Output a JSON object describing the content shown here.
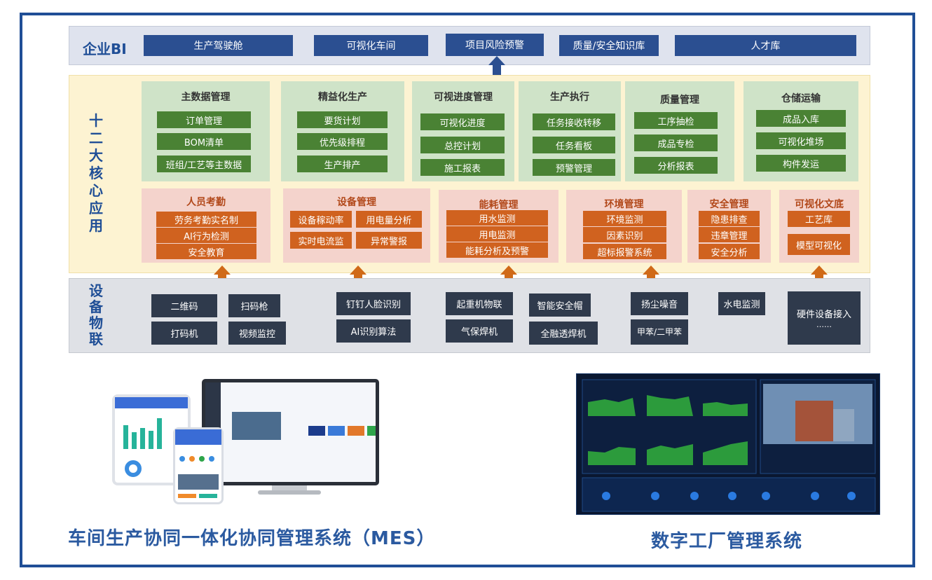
{
  "bi": {
    "title": "企业BI",
    "items": [
      "生产驾驶舱",
      "可视化车间",
      "项目风险预警",
      "质量/安全知识库",
      "人才库"
    ]
  },
  "core": {
    "side_title": [
      "十",
      "二",
      "大",
      "核",
      "心",
      "应",
      "用"
    ],
    "green_cards": [
      {
        "title": "主数据管理",
        "items": [
          "订单管理",
          "BOM清单",
          "班组/工艺等主数据"
        ]
      },
      {
        "title": "精益化生产",
        "items": [
          "要货计划",
          "优先级排程",
          "生产排产"
        ]
      },
      {
        "title": "可视进度管理",
        "items": [
          "可视化进度",
          "总控计划",
          "施工报表"
        ]
      },
      {
        "title": "生产执行",
        "items": [
          "任务接收转移",
          "任务看板",
          "预警管理"
        ]
      },
      {
        "title": "质量管理",
        "items": [
          "工序抽检",
          "成品专检",
          "分析报表"
        ]
      },
      {
        "title": "仓储运输",
        "items": [
          "成品入库",
          "可视化堆场",
          "构件发运"
        ]
      }
    ],
    "red_cards": [
      {
        "title": "人员考勤",
        "items": [
          "劳务考勤实名制",
          "AI行为检测",
          "安全教育"
        ]
      },
      {
        "title": "设备管理",
        "items": [
          "设备稼动率",
          "用电量分析",
          "实时电流监",
          "异常警报"
        ]
      },
      {
        "title": "能耗管理",
        "items": [
          "用水监测",
          "用电监测",
          "能耗分析及预警"
        ]
      },
      {
        "title": "环境管理",
        "items": [
          "环境监测",
          "因素识别",
          "超标报警系统"
        ]
      },
      {
        "title": "安全管理",
        "items": [
          "隐患排查",
          "违章管理",
          "安全分析"
        ]
      },
      {
        "title": "可视化文底",
        "items": [
          "工艺库",
          "模型可视化"
        ]
      }
    ]
  },
  "iot": {
    "side_title": [
      "设",
      "备",
      "物",
      "联"
    ],
    "devices": [
      "二维码",
      "扫码枪",
      "打码机",
      "视频监控",
      "钉钉人脸识别",
      "AI识别算法",
      "起重机物联",
      "智能安全帽",
      "气保焊机",
      "全融透焊机",
      "扬尘噪音",
      "水电监测",
      "甲苯/二甲苯",
      "硬件设备接入",
      "……"
    ]
  },
  "captions": {
    "mes": "车间生产协同一体化协同管理系统（MES）",
    "factory": "数字工厂管理系统"
  },
  "colors": {
    "brand_blue": "#2b4f91",
    "green_card": "#cfe3c8",
    "green_button": "#4a8234",
    "red_card": "#f4d3cc",
    "orange_button": "#d0621f",
    "device_button": "#2f3a4c",
    "core_bg": "#fdf3d2"
  }
}
